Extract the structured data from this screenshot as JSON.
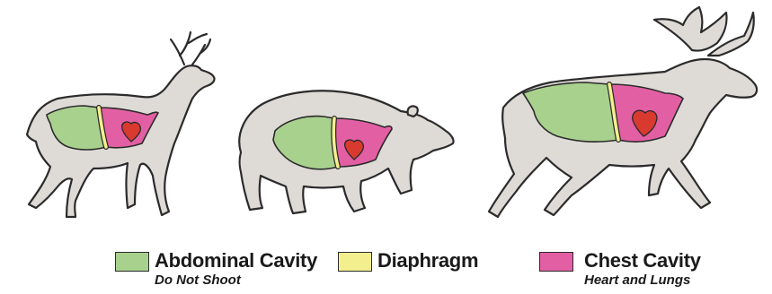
{
  "legend": [
    {
      "label": "Abdominal Cavity",
      "sublabel": "Do Not Shoot",
      "color": "#a9d18e"
    },
    {
      "label": "Diaphragm",
      "sublabel": "",
      "color": "#f3ef8f"
    },
    {
      "label": "Chest Cavity",
      "sublabel": "Heart and Lungs",
      "color": "#e35fa3"
    }
  ],
  "animals": [
    "deer",
    "bear",
    "moose"
  ],
  "colors": {
    "silhouette": "#dedbd7",
    "outline": "#2b2b2b",
    "heart": "#d93a2f"
  }
}
